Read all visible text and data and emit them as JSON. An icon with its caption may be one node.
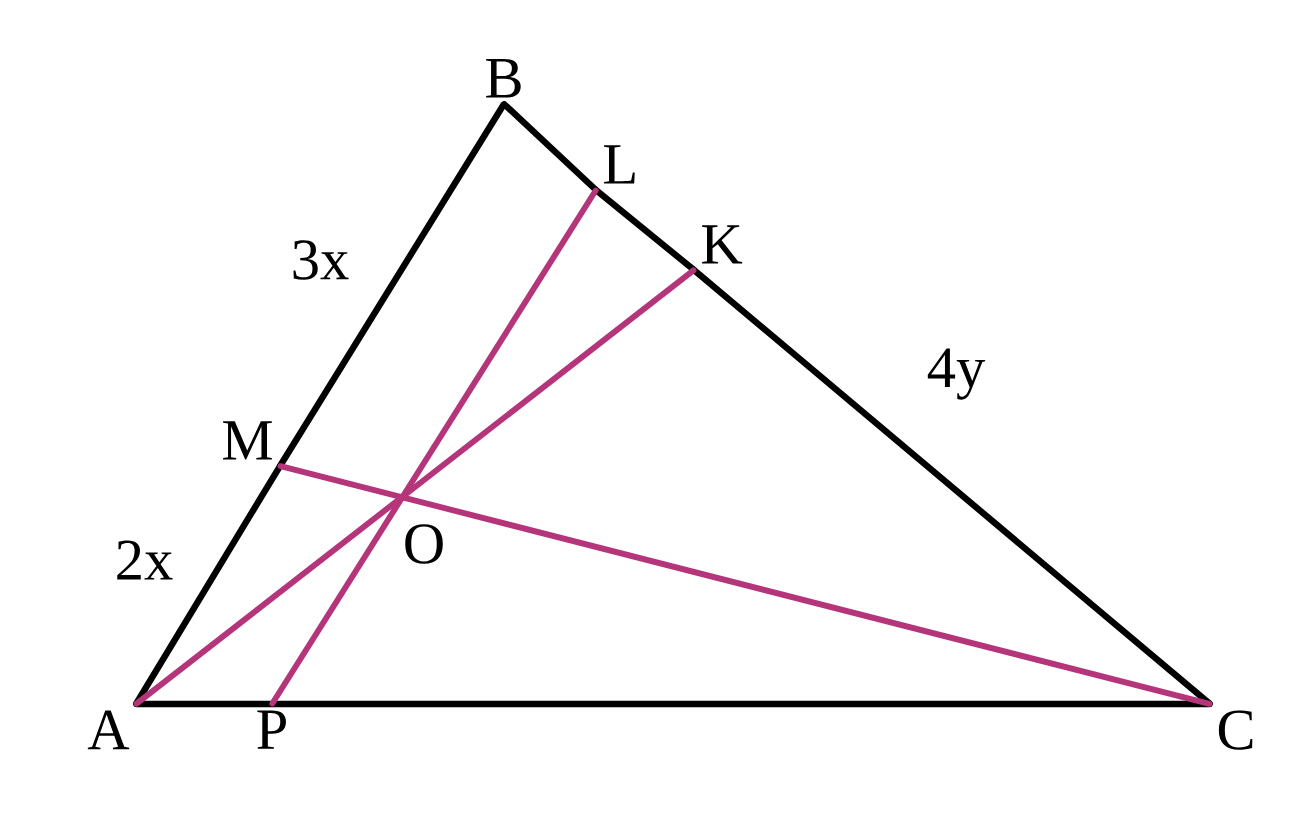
{
  "diagram": {
    "nodes": [
      {
        "text": [
          "B"
        ]
      },
      {
        "text": [
          "L"
        ]
      },
      {
        "text": [
          "K"
        ]
      },
      {
        "text": [
          "M"
        ]
      },
      {
        "text": [
          "A"
        ]
      },
      {
        "text": [
          "P"
        ]
      },
      {
        "text": [
          "C"
        ]
      }
    ],
    "edges": [
      {
        "from": 4,
        "to": 3,
        "arrow": "none",
        "label": "2x"
      },
      {
        "from": 3,
        "to": 0,
        "arrow": "none",
        "label": "3x"
      },
      {
        "from": 0,
        "to": 1,
        "arrow": "none"
      },
      {
        "from": 1,
        "to": 2,
        "arrow": "none"
      },
      {
        "from": 2,
        "to": 6,
        "arrow": "none",
        "label": "4y"
      },
      {
        "from": 6,
        "to": 5,
        "arrow": "none"
      },
      {
        "from": 5,
        "to": 4,
        "arrow": "none"
      },
      {
        "from": 4,
        "to": 2,
        "arrow": "none",
        "color": "#b5357a"
      },
      {
        "from": 5,
        "to": 1,
        "arrow": "none",
        "color": "#b5357a"
      },
      {
        "from": 3,
        "to": 6,
        "arrow": "none",
        "color": "#b5357a"
      }
    ],
    "labels": [
      "O"
    ]
  }
}
